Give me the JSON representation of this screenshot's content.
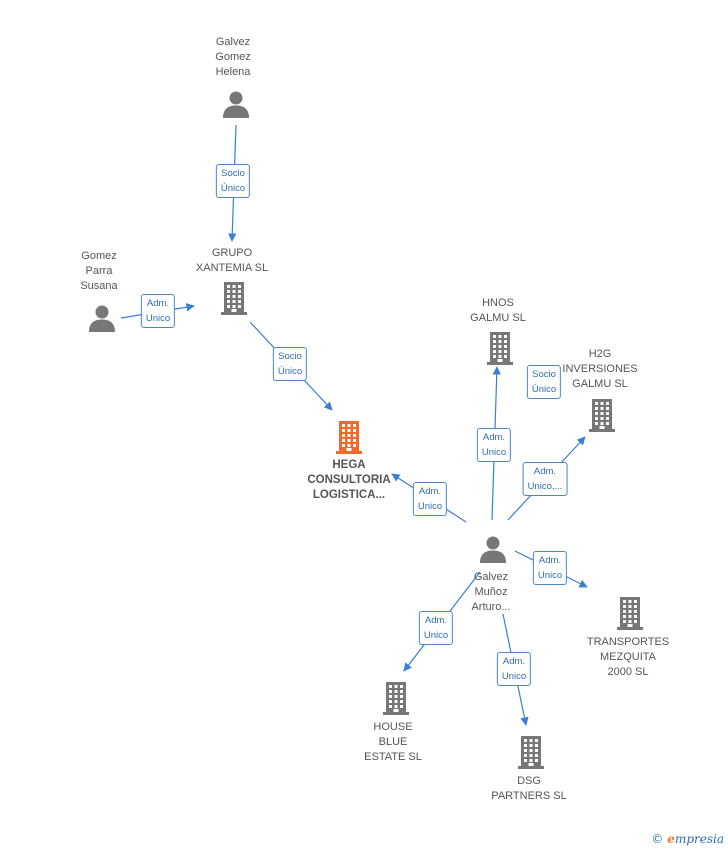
{
  "colors": {
    "edge": "#3a7fd0",
    "icon": "#777777",
    "main_icon": "#f06a2c"
  },
  "nodes": {
    "galvez_helena": {
      "lines": [
        "Galvez",
        "Gomez",
        "Helena"
      ],
      "icon": "person-icon"
    },
    "grupo_xantemia": {
      "lines": [
        "GRUPO",
        "XANTEMIA SL"
      ],
      "icon": "building-icon"
    },
    "gomez_susana": {
      "lines": [
        "Gomez",
        "Parra",
        "Susana"
      ],
      "icon": "person-icon"
    },
    "hega": {
      "lines": [
        "HEGA",
        "CONSULTORIA",
        "LOGISTICA..."
      ],
      "icon": "building-icon"
    },
    "hnos_galmu": {
      "lines": [
        "HNOS",
        "GALMU SL"
      ],
      "icon": "building-icon"
    },
    "h2g": {
      "lines": [
        "H2G",
        "INVERSIONES",
        "GALMU SL"
      ],
      "icon": "building-icon"
    },
    "galvez_arturo": {
      "lines": [
        "Galvez",
        "Muñoz",
        "Arturo..."
      ],
      "icon": "person-icon"
    },
    "transportes": {
      "lines": [
        "TRANSPORTES",
        "MEZQUITA",
        "2000  SL"
      ],
      "icon": "building-icon"
    },
    "house_blue": {
      "lines": [
        "HOUSE",
        "BLUE",
        "ESTATE SL"
      ],
      "icon": "building-icon"
    },
    "dsg_partners": {
      "lines": [
        "DSG",
        "PARTNERS  SL"
      ],
      "icon": "building-icon"
    }
  },
  "edges": [
    {
      "id": "e1",
      "lines": [
        "Socio",
        "Único"
      ]
    },
    {
      "id": "e2",
      "lines": [
        "Adm.",
        "Unico"
      ]
    },
    {
      "id": "e3",
      "lines": [
        "Socio",
        "Único"
      ]
    },
    {
      "id": "e4",
      "lines": [
        "Adm.",
        "Unico"
      ]
    },
    {
      "id": "e5",
      "lines": [
        "Adm.",
        "Unico"
      ]
    },
    {
      "id": "e6",
      "lines": [
        "Socio",
        "Único"
      ]
    },
    {
      "id": "e7",
      "lines": [
        "Adm.",
        "Unico,..."
      ]
    },
    {
      "id": "e8",
      "lines": [
        "Adm.",
        "Unico"
      ]
    },
    {
      "id": "e9",
      "lines": [
        "Adm.",
        "Unico"
      ]
    },
    {
      "id": "e10",
      "lines": [
        "Adm.",
        "Unico"
      ]
    }
  ],
  "watermark": {
    "symbol": "©",
    "brand_initial": "e",
    "brand_rest": "mpresia"
  }
}
